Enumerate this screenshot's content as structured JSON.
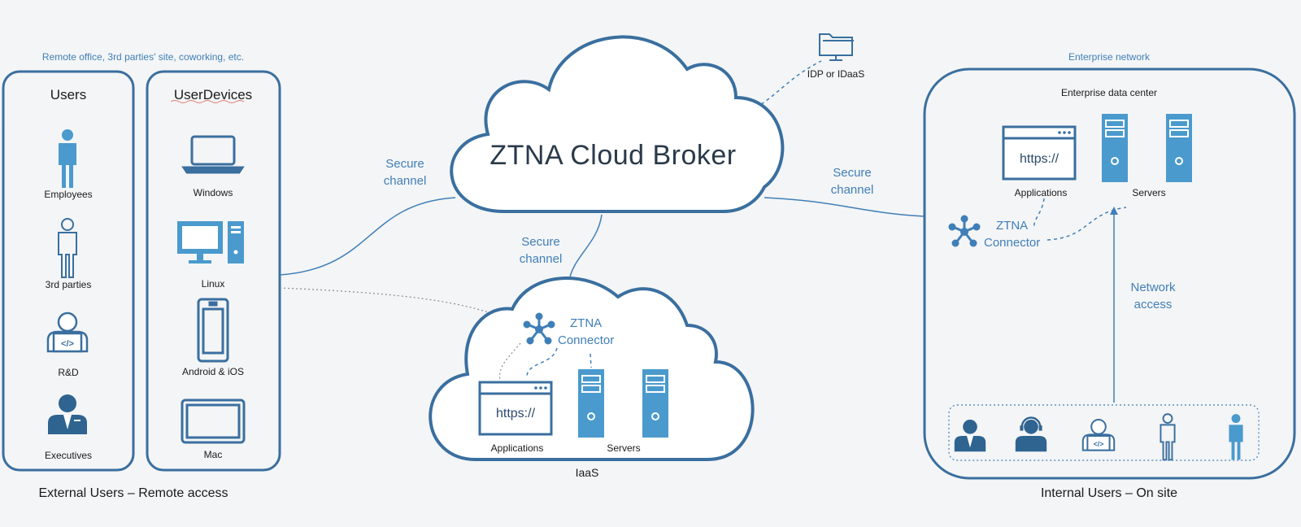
{
  "remote_caption": "Remote office, 3rd parties' site, coworking, etc.",
  "users_panel": {
    "title": "Users",
    "items": [
      "Employees",
      "3rd parties",
      "R&D",
      "Executives"
    ]
  },
  "devices_panel": {
    "title": "UserDevices",
    "items": [
      "Windows",
      "Linux",
      "Android & iOS",
      "Mac"
    ]
  },
  "external_footer": "External Users – Remote access",
  "broker": {
    "title": "ZTNA Cloud Broker",
    "idp_label": "IDP or IDaaS"
  },
  "secure_channel": {
    "line1": "Secure",
    "line2": "channel"
  },
  "iaas": {
    "label": "IaaS",
    "connector_line1": "ZTNA",
    "connector_line2": "Connector",
    "https_text": "https://",
    "applications_label": "Applications",
    "servers_label": "Servers"
  },
  "enterprise": {
    "caption": "Enterprise network",
    "data_center": "Enterprise data center",
    "https_text": "https://",
    "applications_label": "Applications",
    "servers_label": "Servers",
    "connector_line1": "ZTNA",
    "connector_line2": "Connector",
    "network_access_line1": "Network",
    "network_access_line2": "access",
    "footer": "Internal Users – On site"
  },
  "colors": {
    "accent": "#3f7fb8",
    "server_fill": "#4a9acd",
    "outline": "#3a6f9f",
    "background": "#f4f5f6"
  }
}
